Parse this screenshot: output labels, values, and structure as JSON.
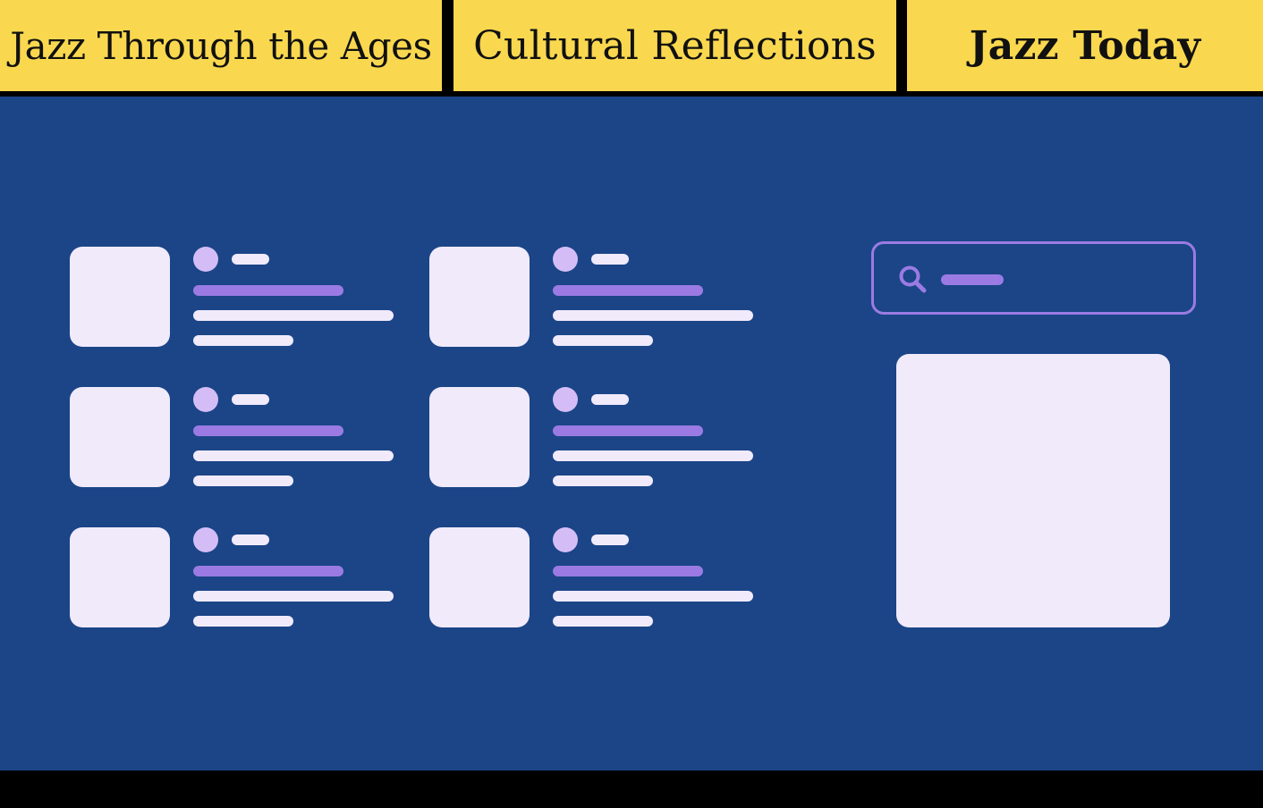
{
  "nav": {
    "tabs": [
      {
        "label": "Jazz Through the Ages"
      },
      {
        "label": "Cultural Reflections"
      },
      {
        "label": "Jazz Today",
        "active": true
      }
    ]
  },
  "content": {
    "list_items": 6,
    "item_style": "thumbnail with avatar dot, tag, title and two text lines (placeholder skeleton)"
  },
  "sidebar": {
    "search": {
      "icon": "search-icon"
    },
    "card": "image placeholder"
  },
  "colors": {
    "tab_background": "#F9D84F",
    "page_background": "#1B4587",
    "accent": "#9B7BE3",
    "placeholder": "#F0EAFB",
    "avatar": "#D4BDF6"
  }
}
